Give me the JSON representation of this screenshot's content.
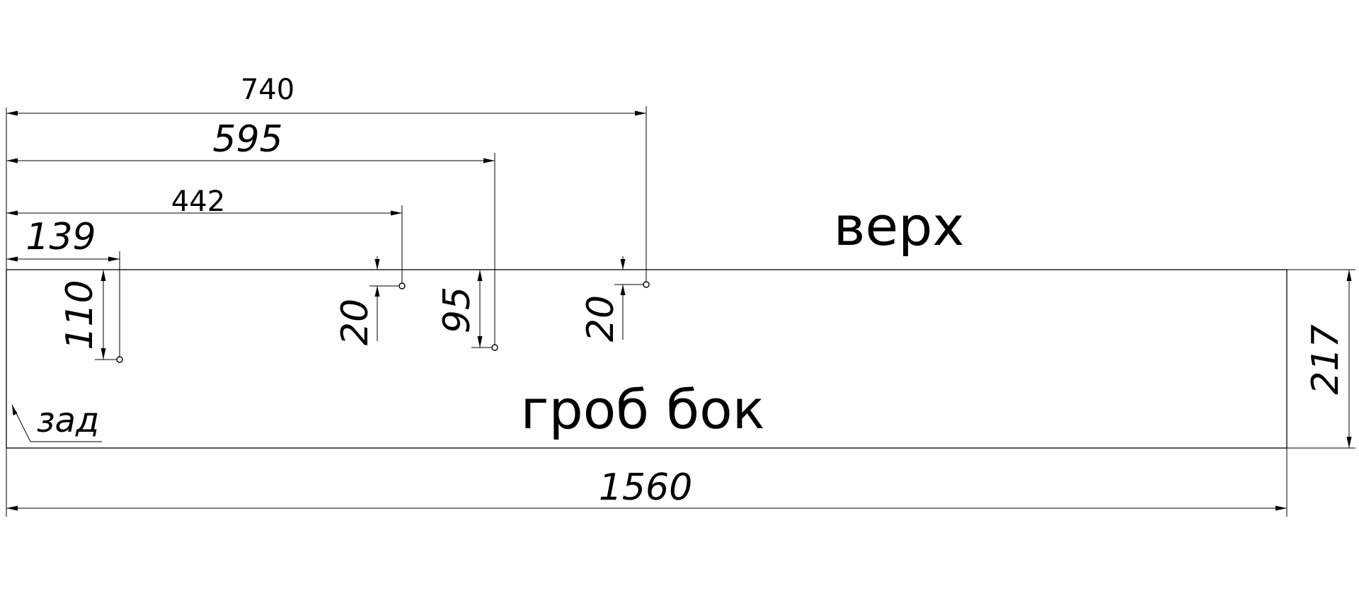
{
  "labels": {
    "top": "верх",
    "panel": "гроб бок",
    "back": "зад"
  },
  "dimensions": {
    "d740": "740",
    "d595": "595",
    "d442": "442",
    "d139": "139",
    "d110": "110",
    "d20a": "20",
    "d95": "95",
    "d20b": "20",
    "d1560": "1560",
    "d217": "217"
  }
}
